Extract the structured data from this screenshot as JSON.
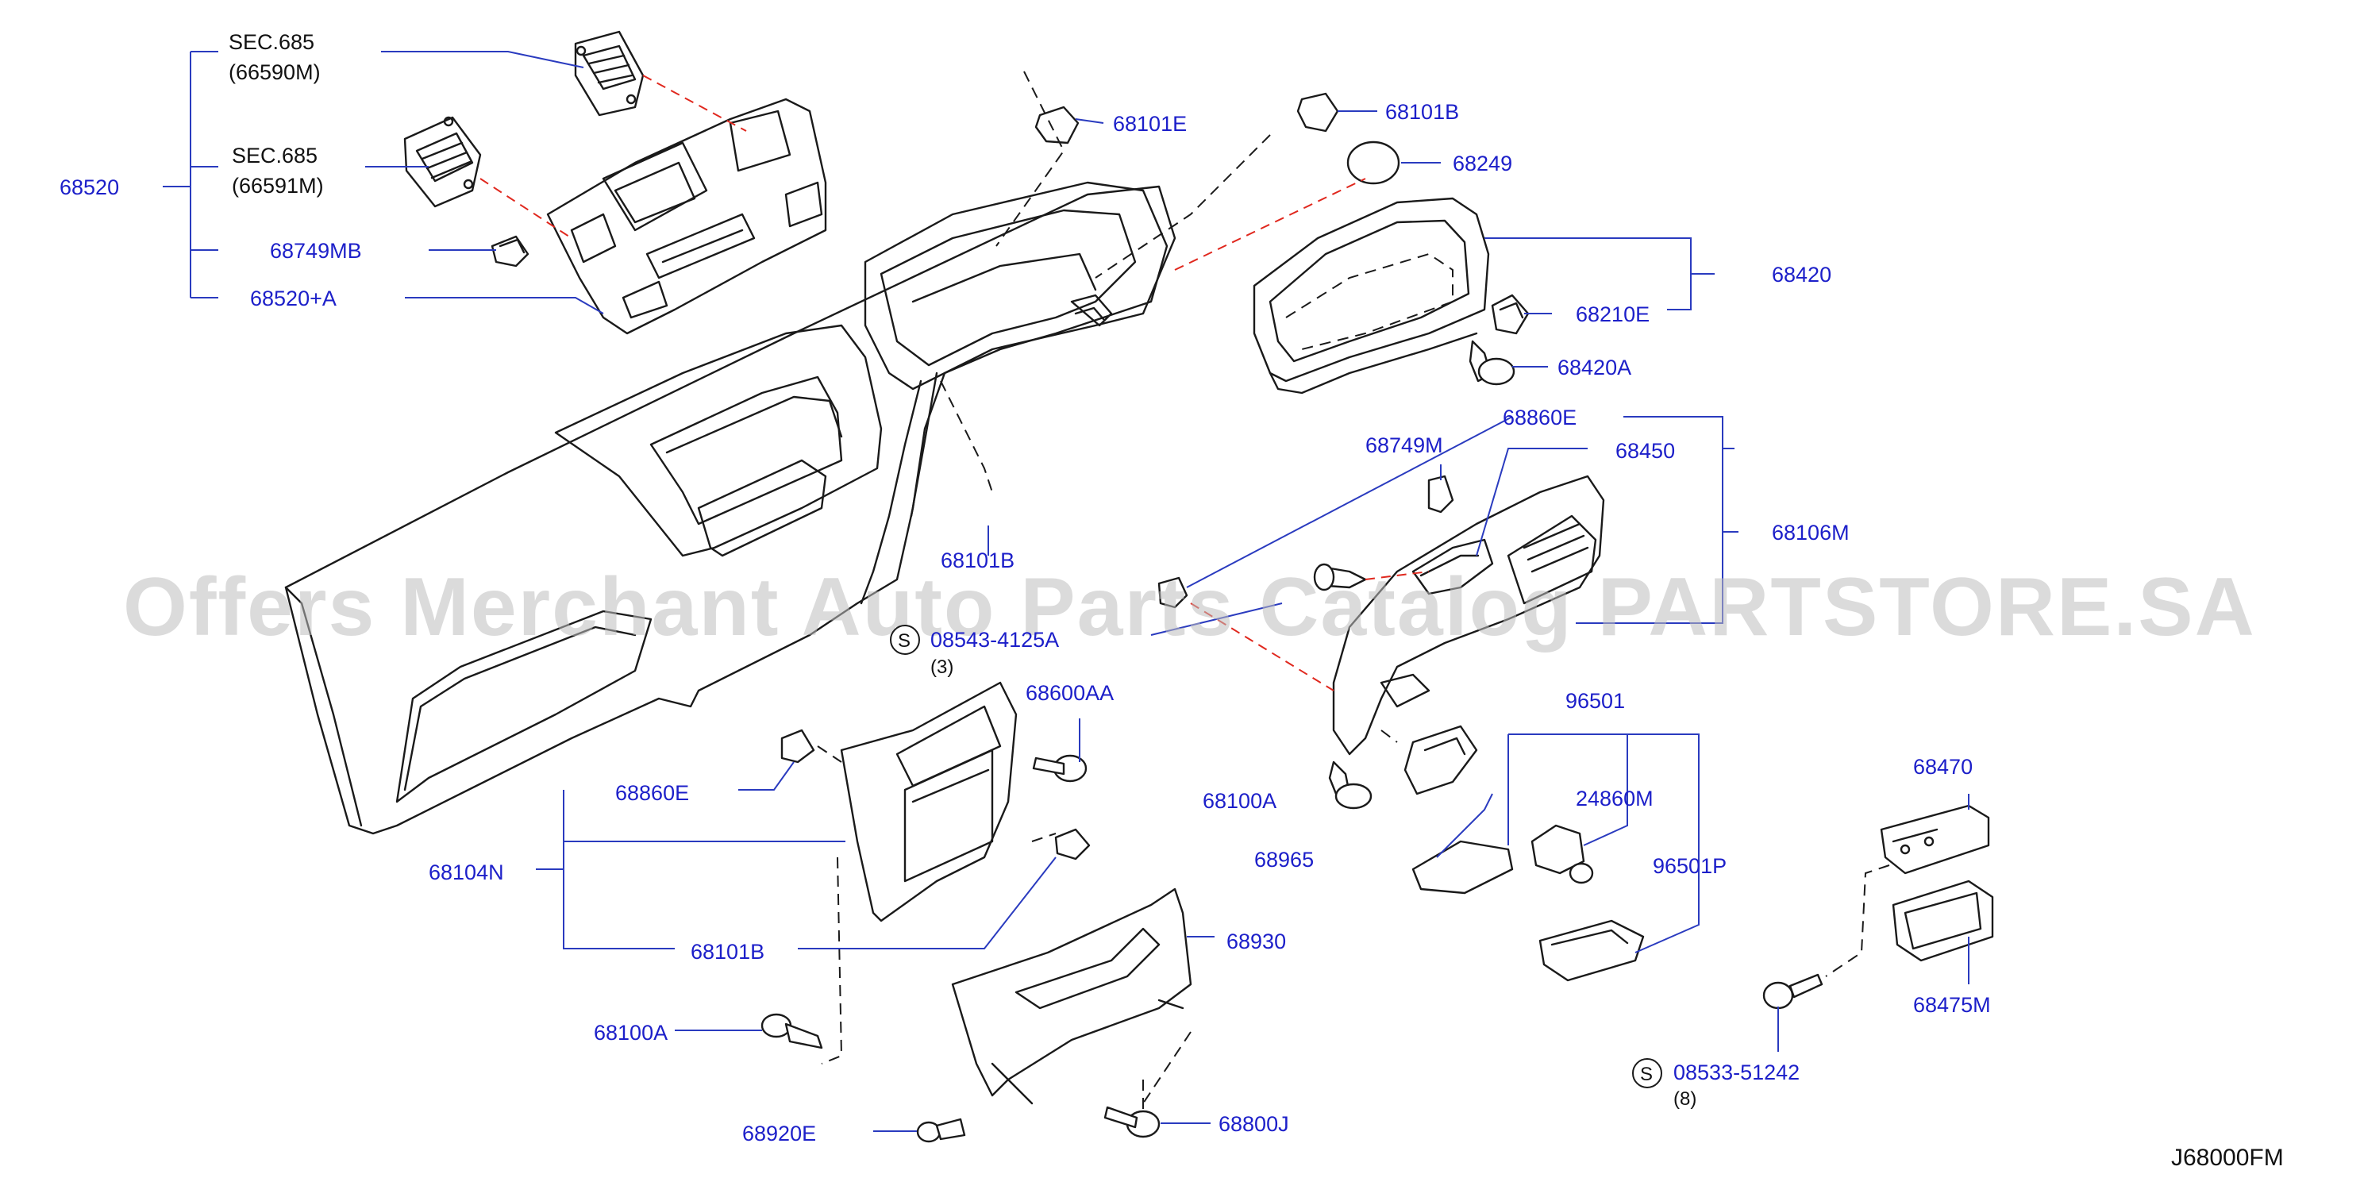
{
  "watermark": "Offers Merchant Auto Parts Catalog PARTSTORE.SA",
  "diagram_ref": "J68000FM",
  "callouts": {
    "sec_685_a": "SEC.685",
    "sec_685_a_code": "(66590M)",
    "sec_685_b": "SEC.685",
    "sec_685_b_code": "(66591M)",
    "p68520": "68520",
    "p68749MB": "68749MB",
    "p68520A": "68520+A",
    "p68101E": "68101E",
    "p68101B_top": "68101B",
    "p68249": "68249",
    "p68420": "68420",
    "p68210E": "68210E",
    "p68420A": "68420A",
    "p68860E_right": "68860E",
    "p68749M": "68749M",
    "p68450": "68450",
    "p68106M": "68106M",
    "p68101B_mid": "68101B",
    "screw_08543": "08543-4125A",
    "screw_08543_qty": "(3)",
    "p68600AA": "68600AA",
    "p68860E_left": "68860E",
    "p68104N": "68104N",
    "p68101B_low": "68101B",
    "p68100A_left": "68100A",
    "p68100A_right": "68100A",
    "p68965": "68965",
    "p96501": "96501",
    "p24860M": "24860M",
    "p96501P": "96501P",
    "p68930": "68930",
    "p68920E": "68920E",
    "p68800J": "68800J",
    "p68470": "68470",
    "p68475M": "68475M",
    "screw_08533": "08533-51242",
    "screw_08533_qty": "(8)",
    "s_symbol": "S"
  },
  "colors": {
    "callout_text": "#1c1fc9",
    "leader_line": "#2a3bbf",
    "part_outline": "#1a1a1a",
    "assembly_dash": "#e0281e",
    "watermark": "#bdbdbd"
  }
}
